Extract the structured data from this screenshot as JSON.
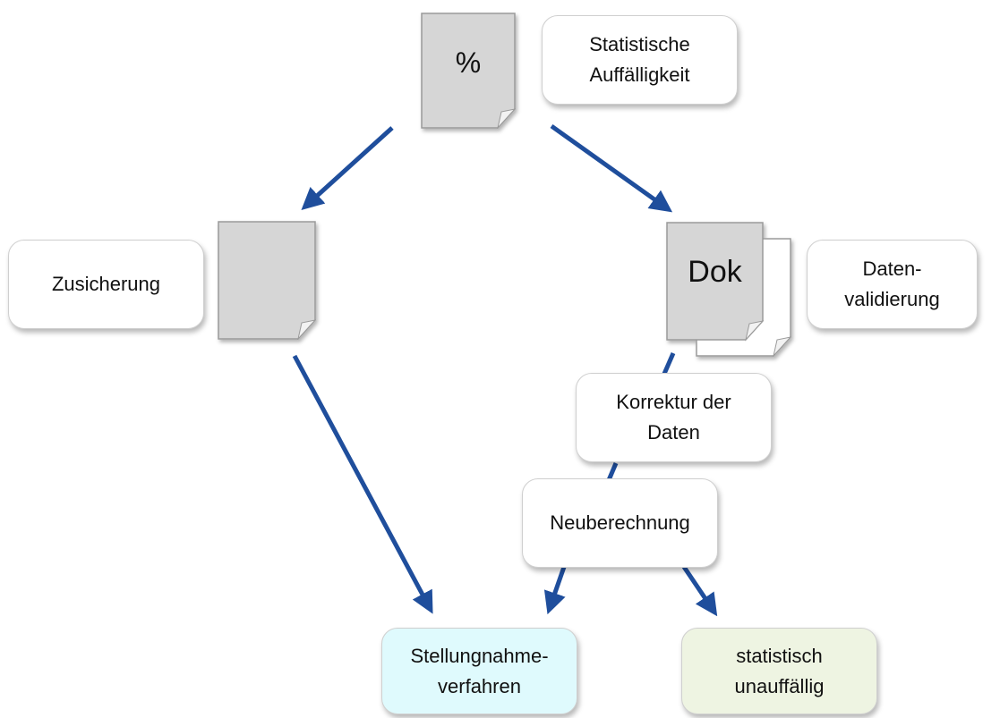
{
  "doc_percent_label": "%",
  "doc_dok_label": "Dok",
  "labels": {
    "statistische_auffaelligkeit": "Statistische\nAuffälligkeit",
    "zusicherung": "Zusicherung",
    "datenvalidierung": "Daten-\nvalidierung",
    "korrektur": "Korrektur der\nDaten",
    "neuberechnung": "Neuberechnung",
    "stellungnahme": "Stellungnahme-\nverfahren",
    "unauffaellig": "statistisch\nunauffällig"
  },
  "colors": {
    "arrow": "#1f4e9c",
    "document_fill": "#d6d6d6",
    "stellungnahme_fill": "#dffafd",
    "unauffaellig_fill": "#eef4e2"
  }
}
